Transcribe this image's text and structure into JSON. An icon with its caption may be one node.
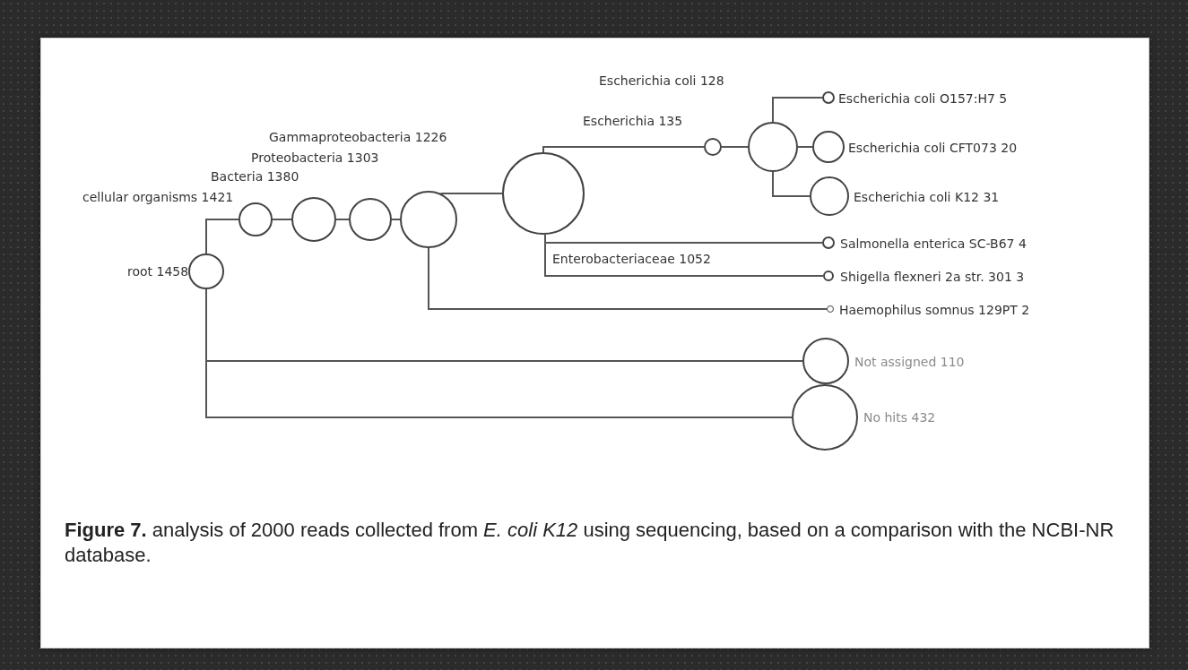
{
  "diagram": {
    "caption": "**Figure 7.** analysis of 2000 reads collected from *E. coli K12* using sequencing, based on a comparison with the NCBI-NR database.",
    "nodes": [
      {
        "text": [],
        "shape": "circle",
        "beside": [
          "root 1458"
        ]
      },
      {
        "text": [],
        "shape": "circle",
        "beside": [
          "cellular organisms 1421"
        ]
      },
      {
        "text": [],
        "shape": "circle",
        "beside": [
          "Bacteria 1380"
        ]
      },
      {
        "text": [],
        "shape": "circle",
        "beside": [
          "Proteobacteria 1303"
        ]
      },
      {
        "text": [],
        "shape": "circle",
        "beside": [
          "Gammaproteobacteria 1226"
        ]
      },
      {
        "text": [],
        "shape": "circle",
        "beside": [
          "Enterobacteriaceae 1052"
        ]
      },
      {
        "text": [],
        "shape": "circle",
        "beside": [
          "Escherichia 135"
        ]
      },
      {
        "text": [],
        "shape": "circle",
        "beside": [
          "Escherichia coli 128"
        ]
      },
      {
        "text": [],
        "shape": "circle",
        "beside": [
          "Escherichia coli O157:H7 5"
        ]
      },
      {
        "text": [],
        "shape": "circle",
        "beside": [
          "Escherichia coli CFT073 20"
        ]
      },
      {
        "text": [],
        "shape": "circle",
        "beside": [
          "Escherichia coli K12 31"
        ]
      },
      {
        "text": [],
        "shape": "circle",
        "beside": [
          "Salmonella enterica SC-B67 4"
        ]
      },
      {
        "text": [],
        "shape": "circle",
        "beside": [
          "Shigella flexneri 2a str. 301 3"
        ]
      },
      {
        "text": [],
        "shape": "circle",
        "beside": [
          "Haemophilus somnus 129PT 2"
        ]
      },
      {
        "text": [],
        "shape": "circle",
        "beside": [
          "Not assigned 110"
        ]
      },
      {
        "text": [],
        "shape": "circle",
        "beside": [
          "No hits 432"
        ]
      }
    ],
    "edges": [
      {
        "from": 0,
        "to": 1,
        "arrow": "none"
      },
      {
        "from": 1,
        "to": 2,
        "arrow": "none"
      },
      {
        "from": 2,
        "to": 3,
        "arrow": "none"
      },
      {
        "from": 3,
        "to": 4,
        "arrow": "none"
      },
      {
        "from": 4,
        "to": 5,
        "arrow": "none"
      },
      {
        "from": 5,
        "to": 6,
        "arrow": "none"
      },
      {
        "from": 6,
        "to": 7,
        "arrow": "none"
      },
      {
        "from": 7,
        "to": 8,
        "arrow": "none"
      },
      {
        "from": 7,
        "to": 9,
        "arrow": "none"
      },
      {
        "from": 7,
        "to": 10,
        "arrow": "none"
      },
      {
        "from": 5,
        "to": 11,
        "arrow": "none"
      },
      {
        "from": 5,
        "to": 12,
        "arrow": "none"
      },
      {
        "from": 4,
        "to": 13,
        "arrow": "none"
      },
      {
        "from": 0,
        "to": 14,
        "arrow": "none"
      },
      {
        "from": 0,
        "to": 15,
        "arrow": "none"
      }
    ]
  }
}
